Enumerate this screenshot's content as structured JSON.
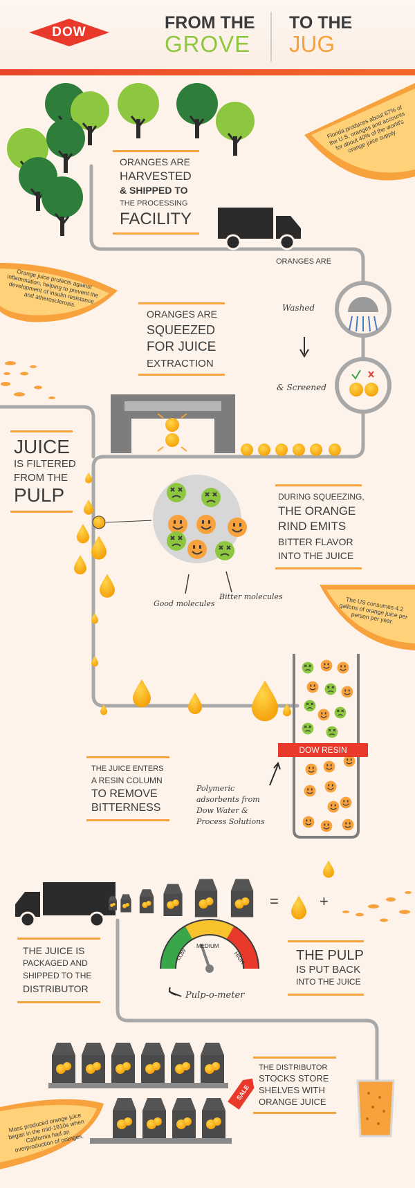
{
  "header": {
    "logo": "DOW",
    "title_from": "FROM THE",
    "title_grove": "GROVE",
    "title_to": "TO THE",
    "title_jug": "JUG"
  },
  "steps": {
    "harvest": {
      "line1": "ORANGES ARE",
      "line2": "HARVESTED",
      "line3": "& SHIPPED TO",
      "line4": "THE PROCESSING",
      "line5": "FACILITY"
    },
    "washed": {
      "intro": "ORANGES ARE",
      "washed": "Washed",
      "screened": "& Screened"
    },
    "squeeze": {
      "line1": "ORANGES ARE",
      "line2": "SQUEEZED",
      "line3": "FOR JUICE",
      "line4": "EXTRACTION"
    },
    "filter": {
      "line1": "JUICE",
      "line2": "IS FILTERED",
      "line3": "FROM THE",
      "line4": "PULP"
    },
    "rind": {
      "line1": "DURING SQUEEZING,",
      "line2": "THE ORANGE",
      "line3": "RIND EMITS",
      "line4": "BITTER FLAVOR",
      "line5": "INTO THE JUICE"
    },
    "molecules": {
      "good": "Good molecules",
      "bitter": "Bitter molecules"
    },
    "resin": {
      "line1": "THE JUICE ENTERS",
      "line2": "A RESIN COLUMN",
      "line3": "TO REMOVE",
      "line4": "BITTERNESS",
      "badge": "DOW RESIN",
      "note": "Polymeric adsorbents from Dow Water & Process Solutions"
    },
    "shipped": {
      "line1": "THE JUICE IS",
      "line2": "PACKAGED AND",
      "line3": "SHIPPED TO THE",
      "line4": "DISTRIBUTOR"
    },
    "pulp": {
      "line1": "THE PULP",
      "line2": "IS PUT BACK",
      "line3": "INTO THE JUICE",
      "equals": "=",
      "plus": "+"
    },
    "meter": {
      "low": "LOW",
      "medium": "MEDIUM",
      "high": "HIGH",
      "label": "Pulp-o-meter"
    },
    "stock": {
      "line1": "THE DISTRIBUTOR",
      "line2": "STOCKS STORE",
      "line3": "SHELVES WITH",
      "line4": "ORANGE JUICE",
      "sale": "SALE"
    }
  },
  "facts": {
    "florida": "Florida produces about 67% of the U.S. oranges and accounts for about 40% of the world's orange juice supply.",
    "health": "Orange juice protects against inflammation, helping to prevent the development of insulin resistance and atherosclerosis.",
    "consumption": "The US consumes 4.2 gallons of orange juice per person per year.",
    "history": "Mass produced orange juice began in the mid-1910s when California had an overproduction of oranges."
  },
  "colors": {
    "orange": "#f7a23c",
    "dark": "#3c3c3c",
    "green": "#8dc63f",
    "red": "#e8392b",
    "grey_pipe": "#a8a8a8"
  }
}
